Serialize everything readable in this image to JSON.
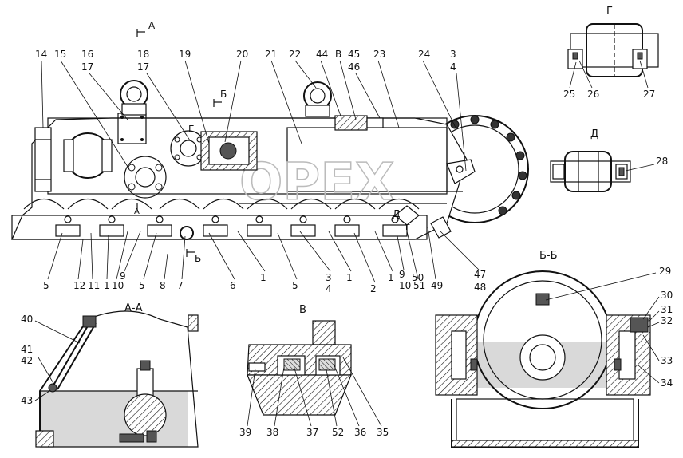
{
  "section_titles": {
    "g": "Г",
    "d": "Д",
    "b_b": "Б-Б",
    "a_a": "А-А",
    "v": "В"
  },
  "cut_marks": {
    "a_top": "А",
    "a_bottom": "А",
    "b_top": "Б",
    "b_bottom": "Б",
    "g": "Г",
    "d": "Д",
    "g2": "Г"
  },
  "callouts": {
    "main_top": [
      "14",
      "15",
      "16",
      "17",
      "18",
      "17",
      "19",
      "20",
      "21",
      "22",
      "44",
      "В",
      "45",
      "46",
      "23",
      "24",
      "3",
      "4"
    ],
    "main_bottom": [
      "5",
      "12",
      "11",
      "1",
      "10",
      "9",
      "5",
      "8",
      "7",
      "6",
      "1",
      "5",
      "3",
      "4",
      "1",
      "2",
      "1",
      "9",
      "10",
      "51",
      "50",
      "49",
      "47",
      "48"
    ],
    "view_g": [
      "25",
      "26",
      "27"
    ],
    "view_d": [
      "28"
    ],
    "section_bb": [
      "29",
      "30",
      "31",
      "32",
      "33",
      "34"
    ],
    "section_aa": [
      "40",
      "41",
      "42",
      "43"
    ],
    "view_v": [
      "39",
      "38",
      "37",
      "52",
      "36",
      "35"
    ]
  },
  "watermark": "OPEX"
}
